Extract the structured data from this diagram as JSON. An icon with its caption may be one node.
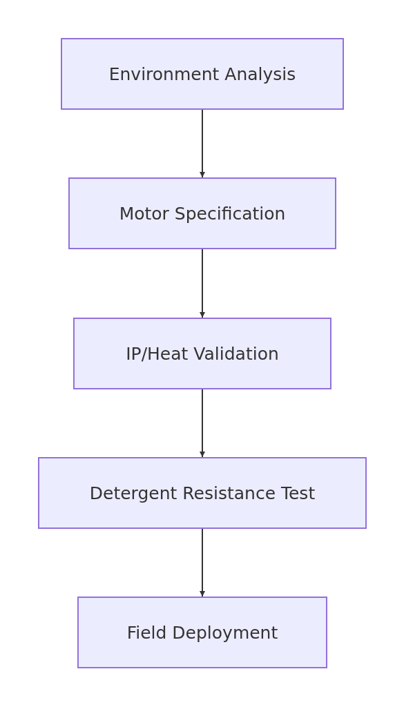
{
  "diagram": {
    "nodes": [
      {
        "text": [
          "Environment Analysis"
        ]
      },
      {
        "text": [
          "Motor Specification"
        ]
      },
      {
        "text": [
          "IP/Heat Validation"
        ]
      },
      {
        "text": [
          "Detergent Resistance Test"
        ]
      },
      {
        "text": [
          "Field Deployment"
        ]
      }
    ],
    "edges": [
      {
        "from": 0,
        "to": 1,
        "arrow": "to"
      },
      {
        "from": 1,
        "to": 2,
        "arrow": "to"
      },
      {
        "from": 2,
        "to": 3,
        "arrow": "to"
      },
      {
        "from": 3,
        "to": 4,
        "arrow": "to"
      }
    ]
  }
}
